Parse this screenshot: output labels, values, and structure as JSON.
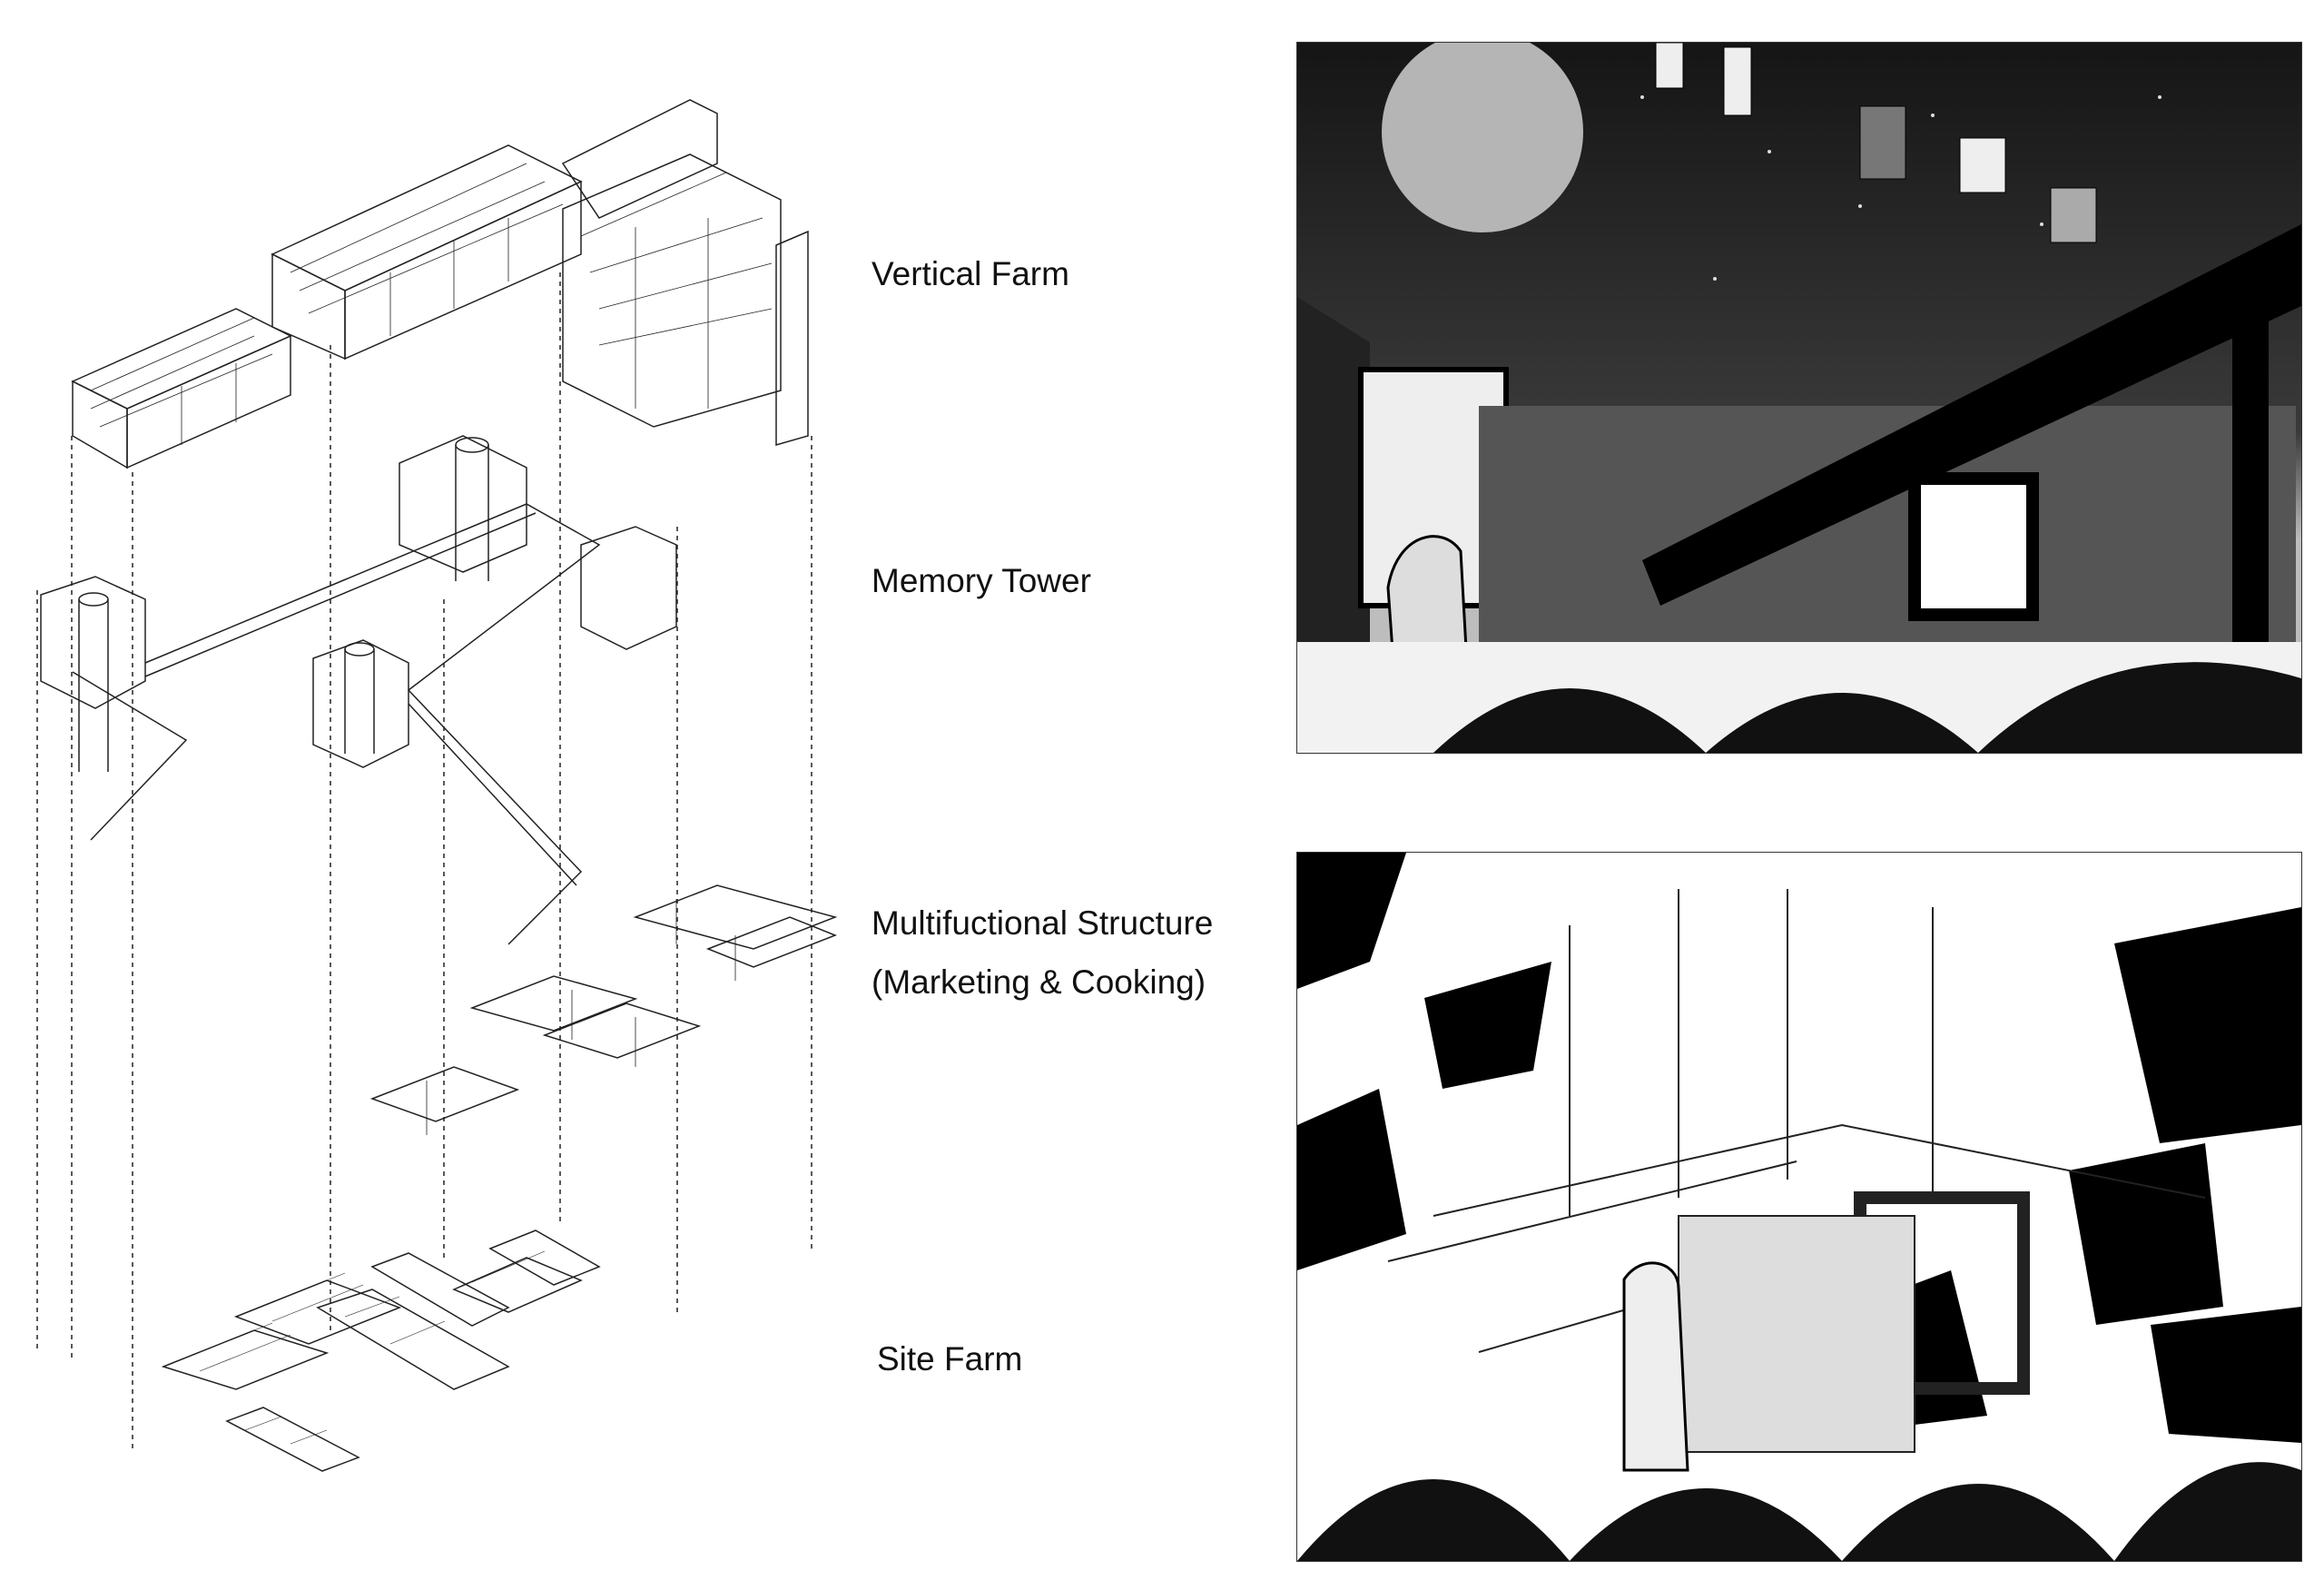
{
  "labels": {
    "vertical_farm": "Vertical Farm",
    "memory_tower": "Memory Tower",
    "multifunctional_line1": "Multifuctional Structure",
    "multifunctional_line2": "(Marketing & Cooking)",
    "site_farm": "Site Farm"
  },
  "colors": {
    "line": "#222222",
    "night_sky": "#1a1a1a",
    "moon": "#b5b5b5"
  }
}
